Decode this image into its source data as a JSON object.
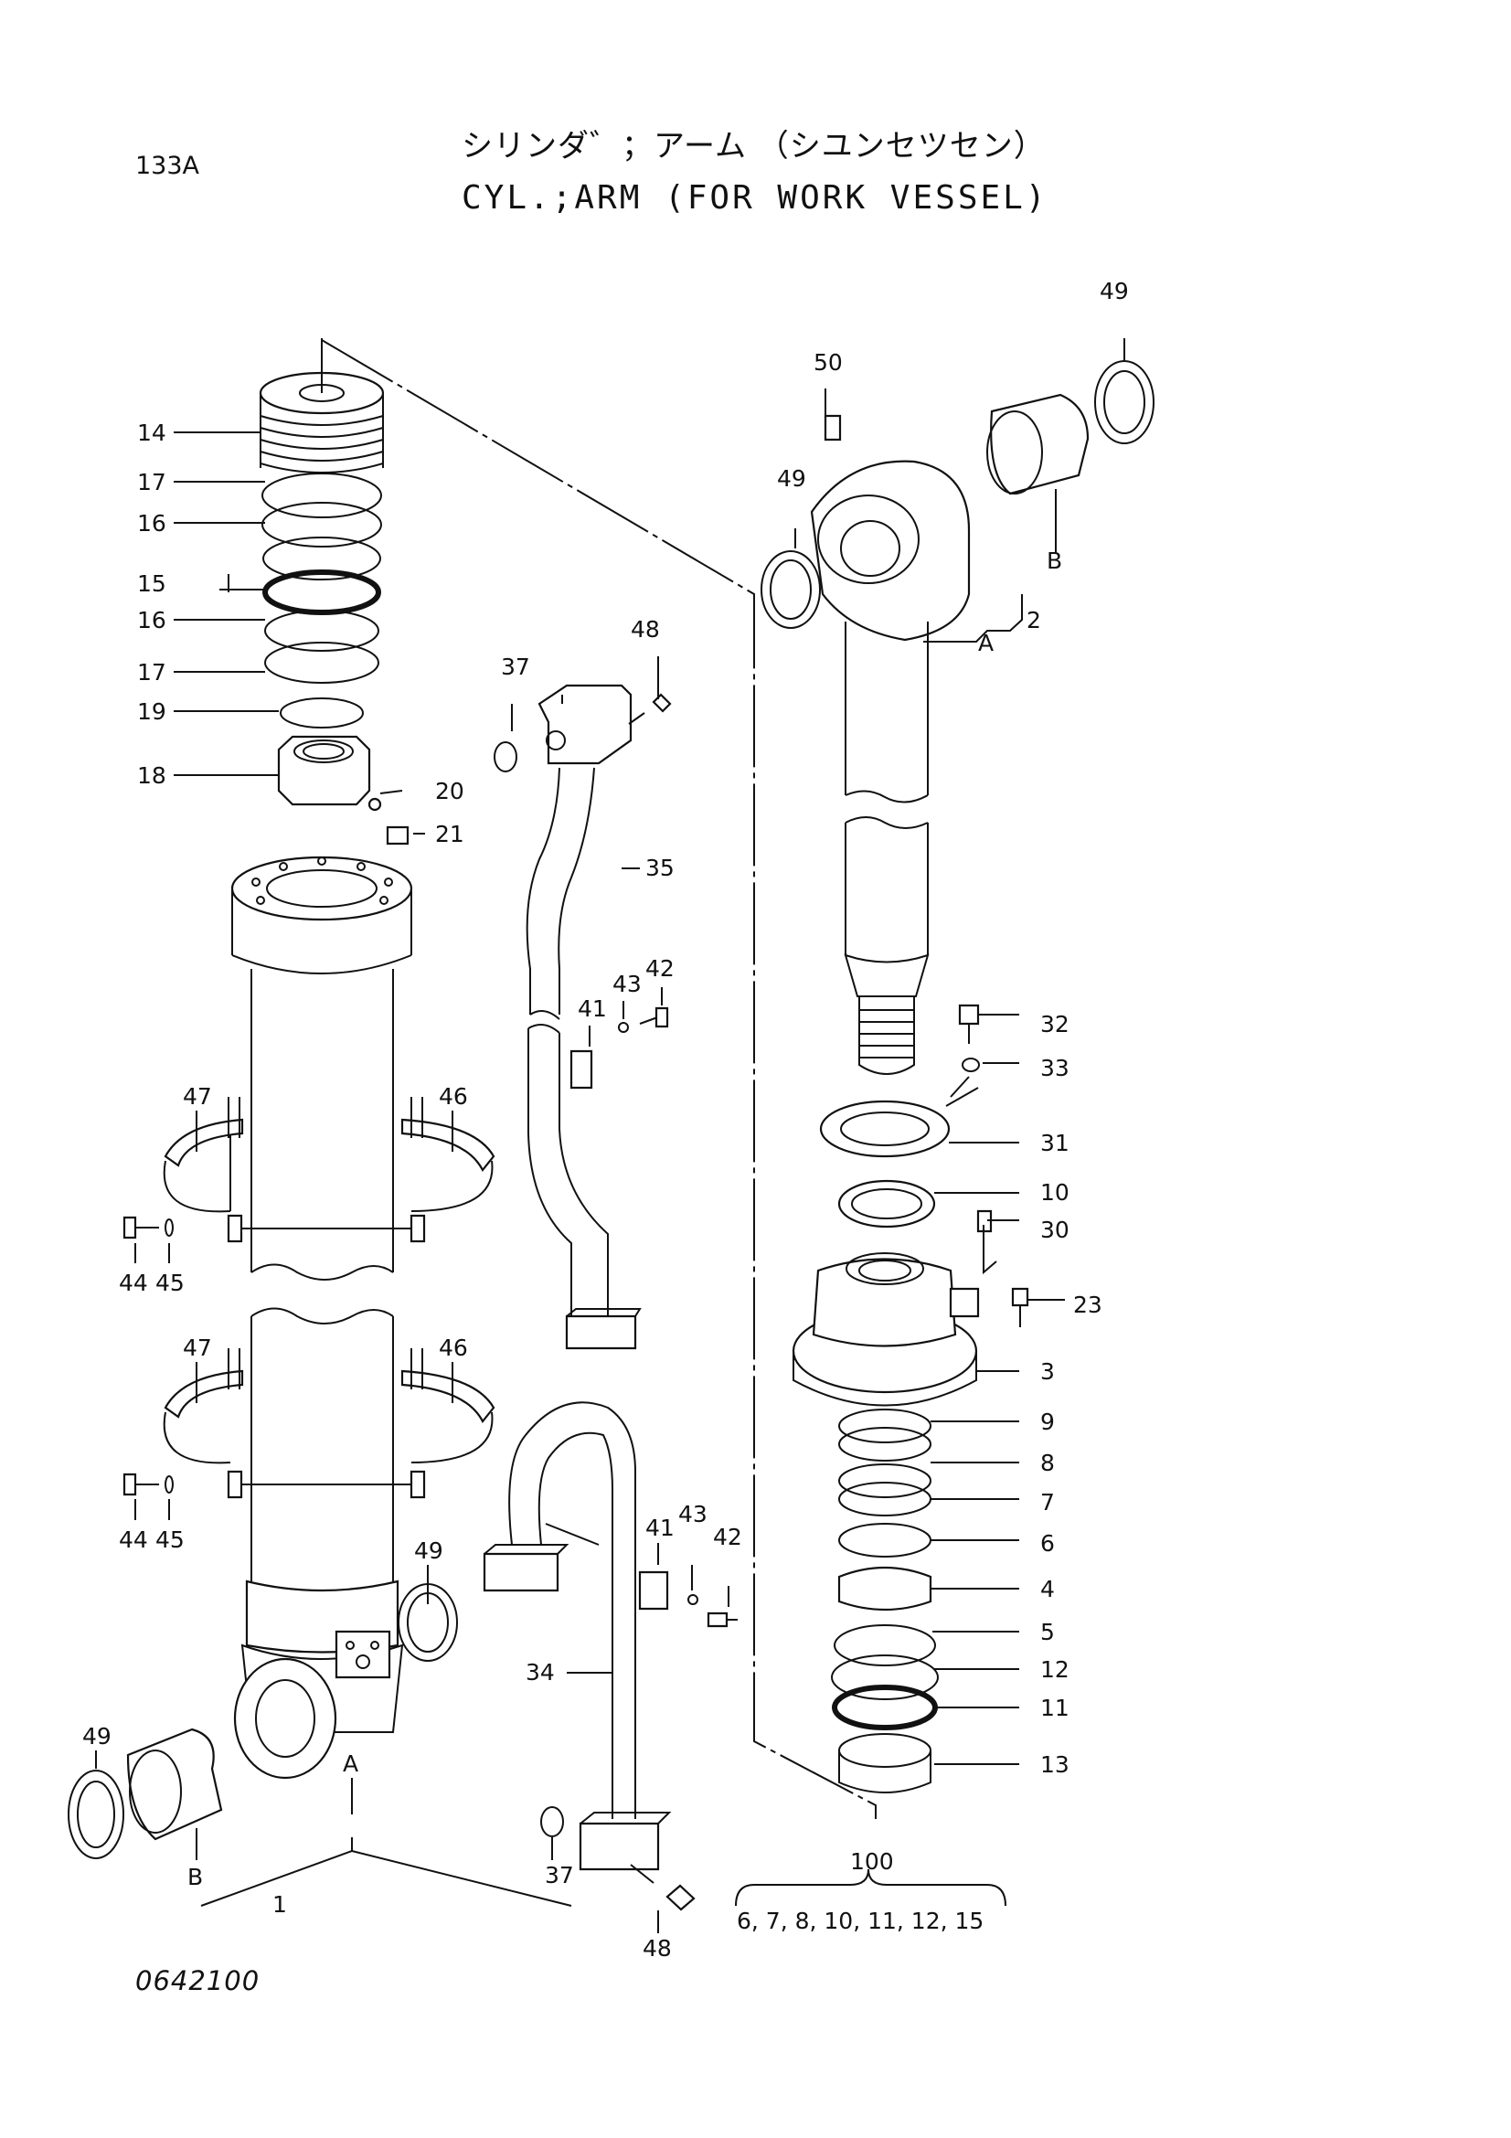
{
  "header": {
    "page_number": "133A",
    "title_japanese": "シリンダ゛；アーム （シユンセツセン）",
    "title_english": "CYL.;ARM (FOR WORK VESSEL)"
  },
  "footer": {
    "drawing_code": "0642100"
  },
  "callouts": {
    "c14": "14",
    "c17a": "17",
    "c16a": "16",
    "c15": "15",
    "c16b": "16",
    "c17b": "17",
    "c19": "19",
    "c18": "18",
    "c20": "20",
    "c21": "21",
    "c47a": "47",
    "c46a": "46",
    "c44a": "44",
    "c45a": "45",
    "c47b": "47",
    "c46b": "46",
    "c44b": "44",
    "c45b": "45",
    "c49a": "49",
    "c49b": "49",
    "c49c": "49",
    "c49d": "49",
    "cBa": "B",
    "cAa": "A",
    "c1": "1",
    "c37a": "37",
    "c48a": "48",
    "c35": "35",
    "c41a": "41",
    "c43a": "43",
    "c42a": "42",
    "c41b": "41",
    "c43b": "43",
    "c42b": "42",
    "c34": "34",
    "c37b": "37",
    "c48b": "48",
    "c50": "50",
    "cBb": "B",
    "cAb": "A",
    "c2": "2",
    "c32": "32",
    "c33": "33",
    "c31": "31",
    "c10": "10",
    "c30": "30",
    "c23": "23",
    "c3": "3",
    "c9": "9",
    "c8": "8",
    "c7": "7",
    "c6": "6",
    "c4": "4",
    "c5": "5",
    "c12": "12",
    "c11": "11",
    "c13": "13",
    "c100": "100",
    "kit_contents": "6, 7, 8, 10, 11, 12, 15"
  }
}
